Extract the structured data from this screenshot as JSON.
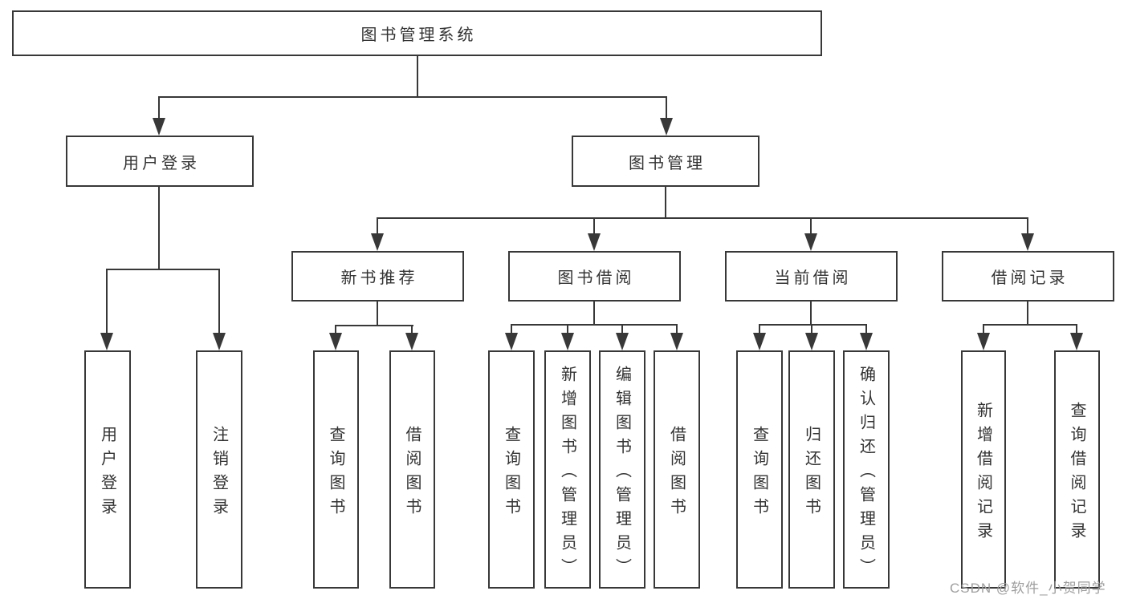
{
  "colors": {
    "line": "#383838",
    "text": "#333333",
    "watermark": "#9e9e9e",
    "background": "#ffffff"
  },
  "diagram": {
    "type": "hierarchy-tree",
    "root": {
      "label": "图书管理系统"
    },
    "children": [
      {
        "label": "用户登录",
        "children": [
          {
            "label": "用户登录"
          },
          {
            "label": "注销登录"
          }
        ]
      },
      {
        "label": "图书管理",
        "children": [
          {
            "label": "新书推荐",
            "children": [
              {
                "label": "查询图书"
              },
              {
                "label": "借阅图书"
              }
            ]
          },
          {
            "label": "图书借阅",
            "children": [
              {
                "label": "查询图书"
              },
              {
                "label": "新增图书（管理员）"
              },
              {
                "label": "编辑图书（管理员）"
              },
              {
                "label": "借阅图书"
              }
            ]
          },
          {
            "label": "当前借阅",
            "children": [
              {
                "label": "查询图书"
              },
              {
                "label": "归还图书"
              },
              {
                "label": "确认归还（管理员）"
              }
            ]
          },
          {
            "label": "借阅记录",
            "children": [
              {
                "label": "新增借阅记录"
              },
              {
                "label": "查询借阅记录"
              }
            ]
          }
        ]
      }
    ]
  },
  "watermark": {
    "text": "CSDN @软件_小贺同学"
  }
}
